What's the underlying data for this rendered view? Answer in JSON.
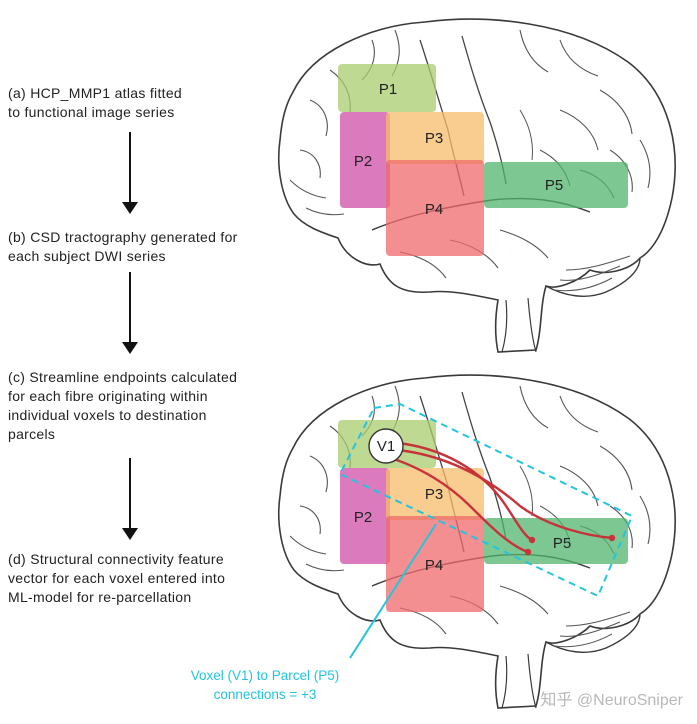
{
  "steps": [
    {
      "id": "a",
      "lines": [
        "(a) HCP_MMP1 atlas fitted",
        "to functional image series"
      ]
    },
    {
      "id": "b",
      "lines": [
        "(b) CSD tractography generated for",
        "each subject DWI series"
      ]
    },
    {
      "id": "c",
      "lines": [
        "(c) Streamline endpoints calculated",
        "for each fibre originating within",
        "individual voxels to destination",
        "parcels"
      ]
    },
    {
      "id": "d",
      "lines": [
        "(d) Structural connectivity feature",
        "vector for each voxel entered into",
        "ML-model for re-parcellation"
      ]
    }
  ],
  "parcels": {
    "p1": "P1",
    "p2": "P2",
    "p3": "P3",
    "p4": "P4",
    "p5": "P5"
  },
  "voxel_label": "V1",
  "callout": {
    "line1": "Voxel (V1) to Parcel (P5)",
    "line2": "connections = +3"
  },
  "watermark": "知乎 @NeuroSniper",
  "colors": {
    "p1": "#a8cc6e",
    "p2": "#cf4fa8",
    "p3": "#f5bc6a",
    "p4": "#ef6a6c",
    "p5": "#52b46e",
    "fibre": "#c8323a",
    "callout": "#22c4e0",
    "arrow": "#111111"
  }
}
